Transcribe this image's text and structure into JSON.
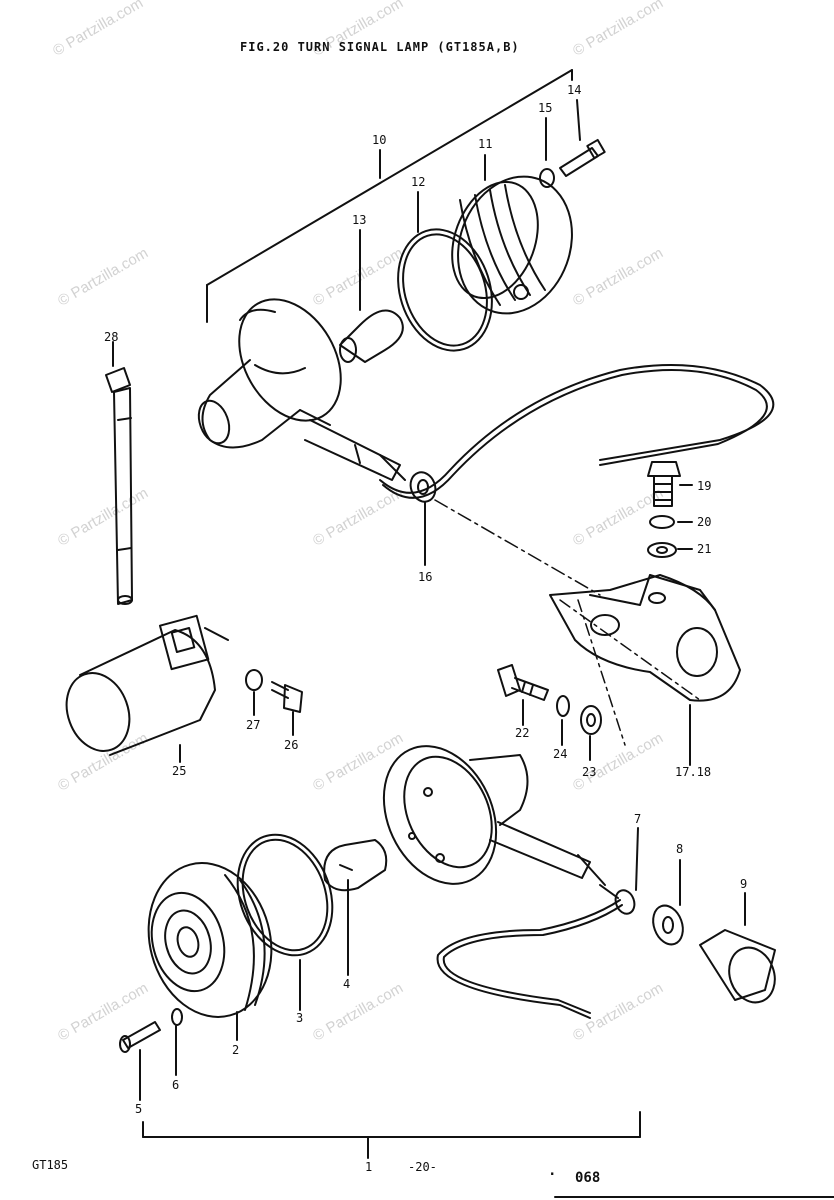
{
  "figure": {
    "title": "FIG.20  TURN SIGNAL LAMP (GT185A,B)",
    "model": "GT185",
    "page": "-20-",
    "code": "068",
    "code_prefix": "."
  },
  "watermark": "© Partzilla.com",
  "callouts": {
    "c1": "1",
    "c2": "2",
    "c3": "3",
    "c4": "4",
    "c5": "5",
    "c6": "6",
    "c7": "7",
    "c8": "8",
    "c9": "9",
    "c10": "10",
    "c11": "11",
    "c12": "12",
    "c13": "13",
    "c14": "14",
    "c15": "15",
    "c16": "16",
    "c1718": "17.18",
    "c19": "19",
    "c20": "20",
    "c21": "21",
    "c22": "22",
    "c23": "23",
    "c24": "24",
    "c25": "25",
    "c26": "26",
    "c27": "27",
    "c28": "28"
  }
}
